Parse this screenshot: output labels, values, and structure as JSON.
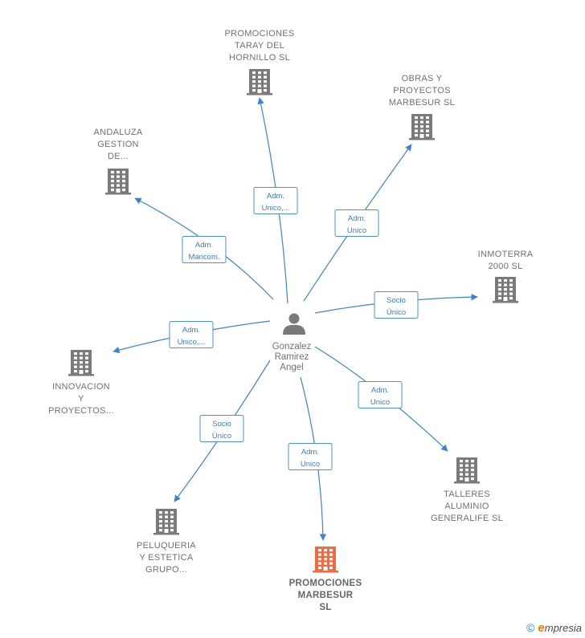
{
  "center": {
    "name": [
      "Gonzalez",
      "Ramirez",
      "Angel"
    ],
    "icon": "person-icon"
  },
  "nodes": [
    {
      "id": "taray",
      "lines": [
        "PROMOCIONES",
        "TARAY DEL",
        "HORNILLO  SL"
      ],
      "icon": "building-icon",
      "color": "#7a7a7a",
      "main": false
    },
    {
      "id": "obras",
      "lines": [
        "OBRAS Y",
        "PROYECTOS",
        "MARBESUR SL"
      ],
      "icon": "building-icon",
      "color": "#7a7a7a",
      "main": false
    },
    {
      "id": "andaluza",
      "lines": [
        "ANDALUZA",
        "GESTION",
        "DE..."
      ],
      "icon": "building-icon",
      "color": "#7a7a7a",
      "main": false
    },
    {
      "id": "inmoterra",
      "lines": [
        "INMOTERRA",
        "2000 SL"
      ],
      "icon": "building-icon",
      "color": "#7a7a7a",
      "main": false
    },
    {
      "id": "innovacion",
      "lines": [
        "INNOVACION",
        "Y",
        "PROYECTOS..."
      ],
      "icon": "building-icon",
      "color": "#7a7a7a",
      "main": false
    },
    {
      "id": "talleres",
      "lines": [
        "TALLERES",
        "ALUMINIO",
        "GENERALIFE SL"
      ],
      "icon": "building-icon",
      "color": "#7a7a7a",
      "main": false
    },
    {
      "id": "peluqueria",
      "lines": [
        "PELUQUERIA",
        "Y ESTETICA",
        "GRUPO..."
      ],
      "icon": "building-icon",
      "color": "#7a7a7a",
      "main": false
    },
    {
      "id": "marbesur",
      "lines": [
        "PROMOCIONES",
        "MARBESUR",
        "SL"
      ],
      "icon": "building-icon",
      "color": "#f26a3d",
      "main": true
    }
  ],
  "edges": [
    {
      "to": "taray",
      "lines": [
        "Adm.",
        "Unico,..."
      ]
    },
    {
      "to": "obras",
      "lines": [
        "Adm.",
        "Unico"
      ]
    },
    {
      "to": "andaluza",
      "lines": [
        "Adm.",
        "Mancom."
      ]
    },
    {
      "to": "inmoterra",
      "lines": [
        "Socio",
        "Único"
      ]
    },
    {
      "to": "innovacion",
      "lines": [
        "Adm.",
        "Unico,..."
      ]
    },
    {
      "to": "talleres",
      "lines": [
        "Adm.",
        "Unico"
      ]
    },
    {
      "to": "peluqueria",
      "lines": [
        "Socio",
        "Único"
      ]
    },
    {
      "to": "marbesur",
      "lines": [
        "Adm.",
        "Unico"
      ]
    }
  ],
  "footer": {
    "copyright": "©",
    "brand_initial": "e",
    "brand_rest": "mpresia"
  }
}
